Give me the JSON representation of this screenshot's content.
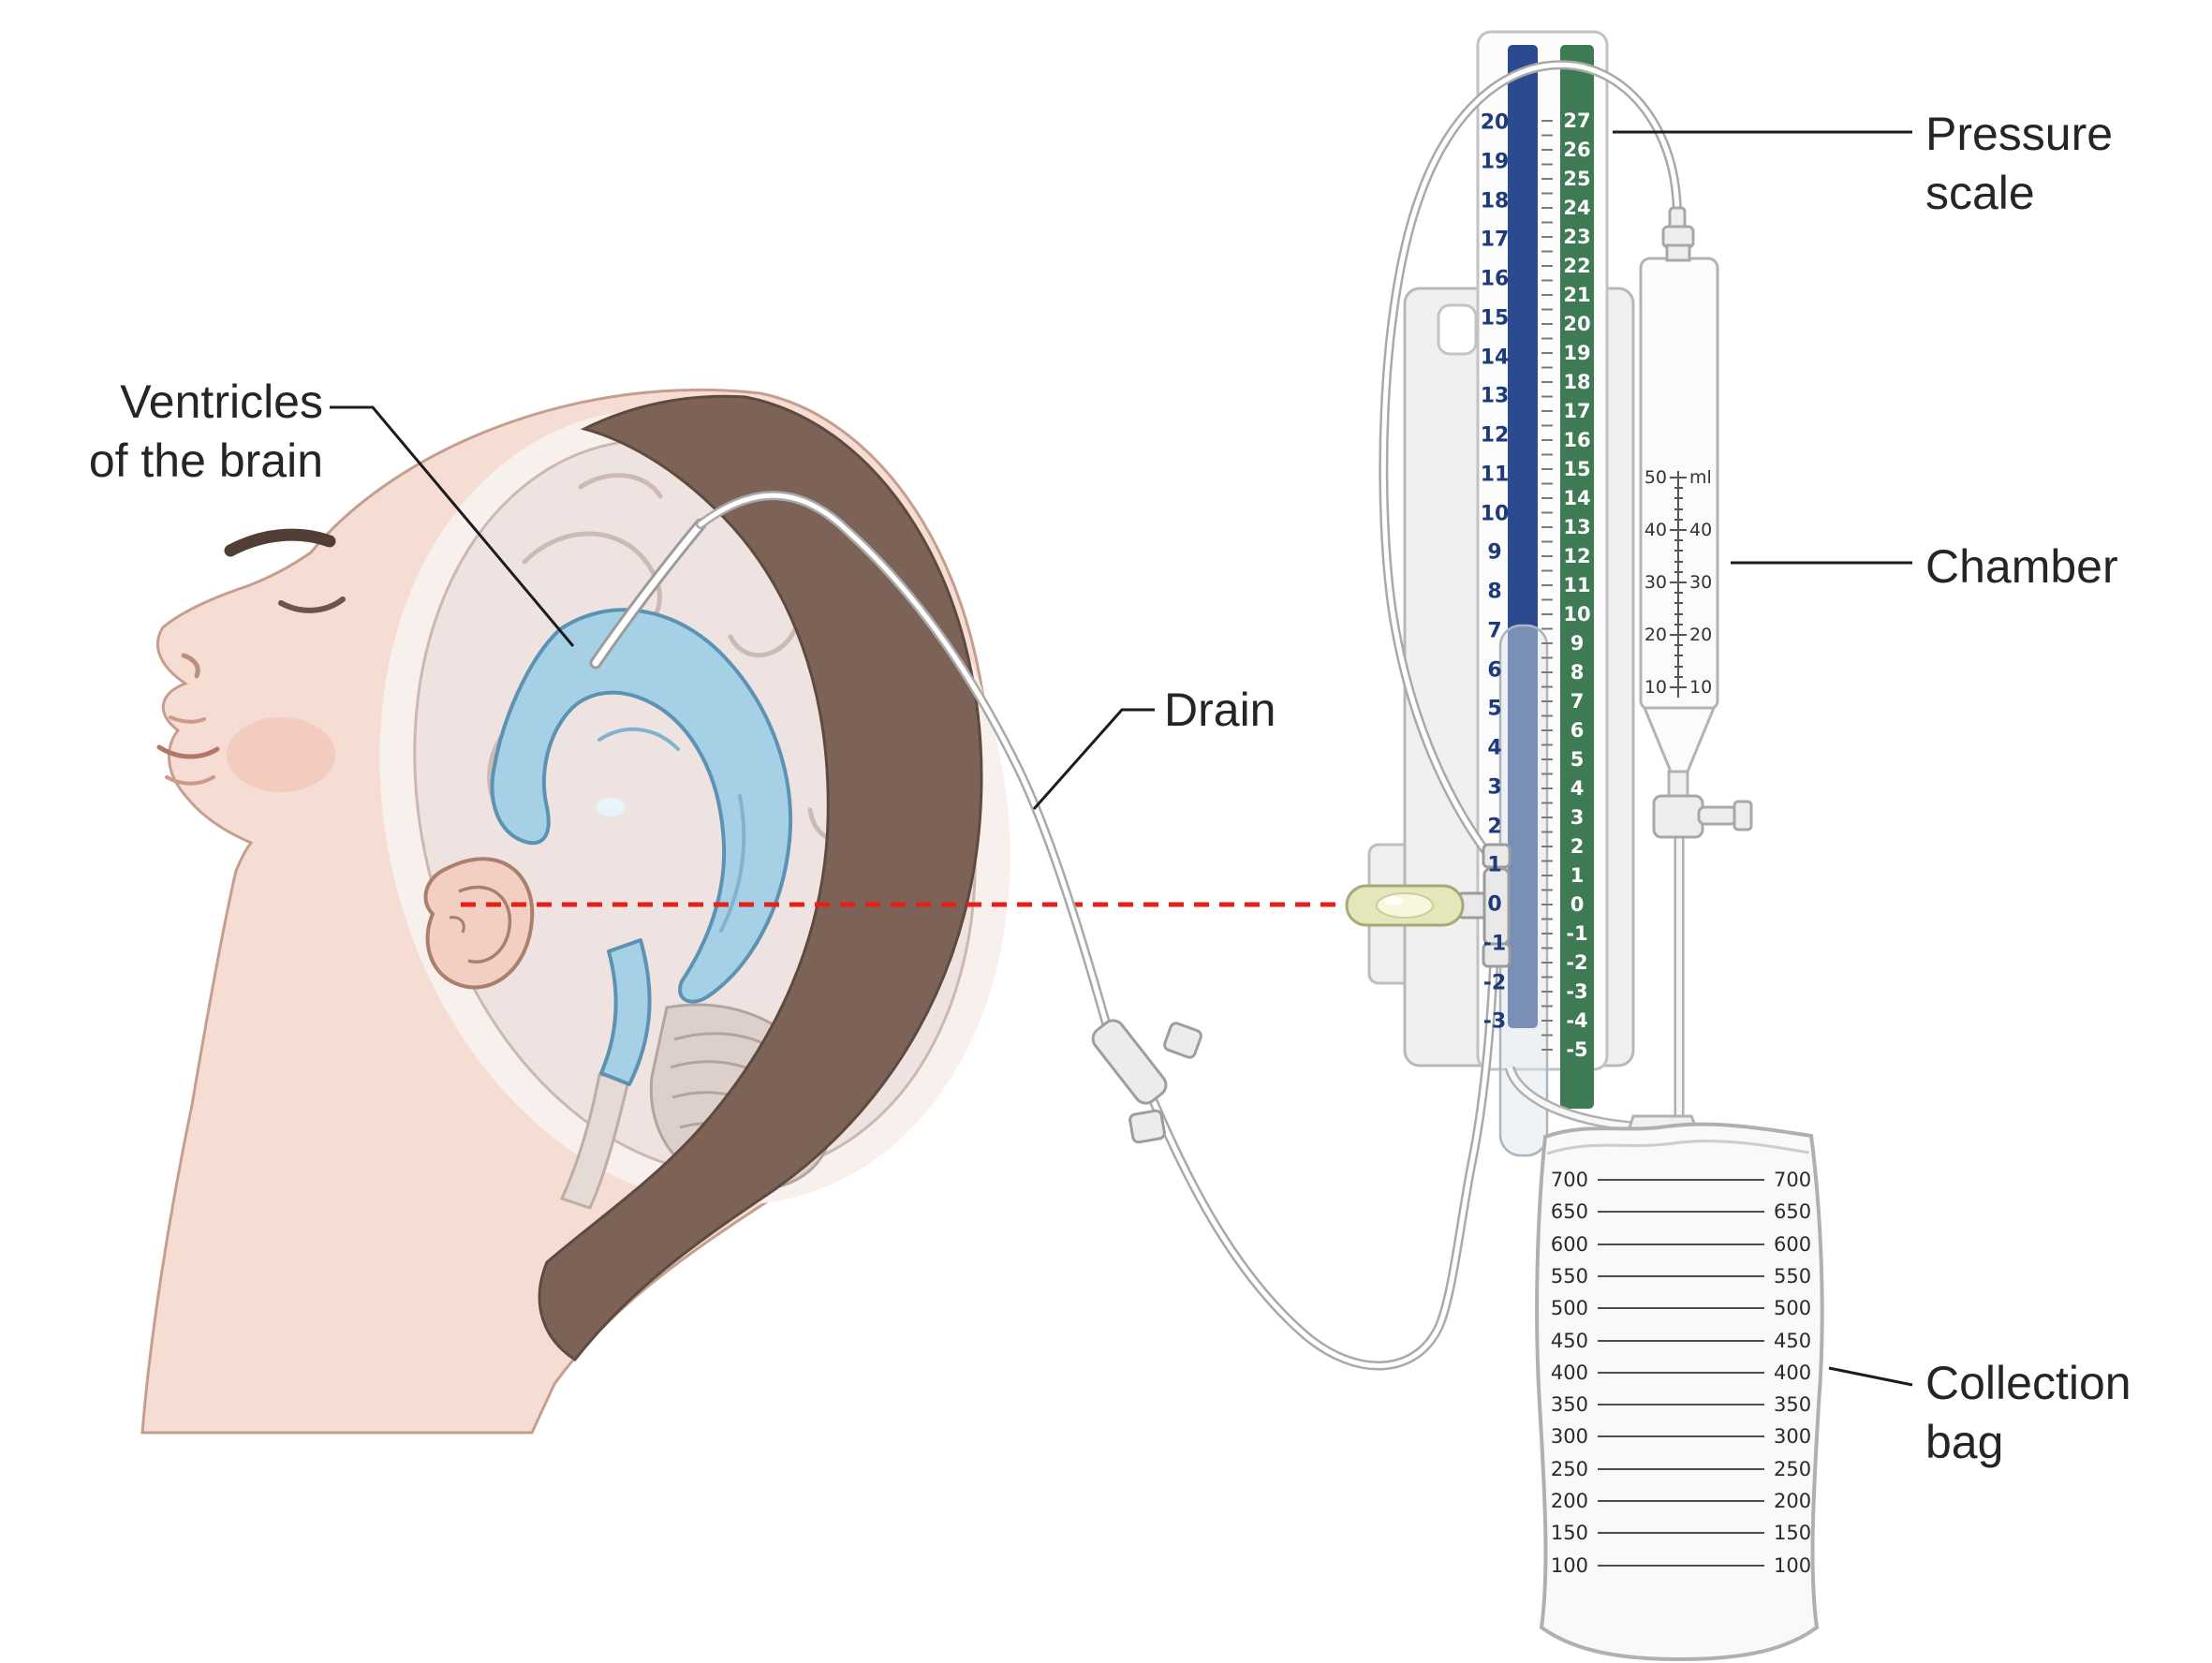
{
  "labels": {
    "ventricles_line1": "Ventricles",
    "ventricles_line2": "of the brain",
    "drain": "Drain",
    "pressure_line1": "Pressure",
    "pressure_line2": "scale",
    "chamber": "Chamber",
    "collection_line1": "Collection",
    "collection_line2": "bag"
  },
  "pressure_scale": {
    "blue_column_values": [
      20,
      19,
      18,
      17,
      16,
      15,
      14,
      13,
      12,
      11,
      10,
      9,
      8,
      7,
      6,
      5,
      4,
      3,
      2,
      1,
      0,
      -1,
      -2,
      -3
    ],
    "green_column_values": [
      27,
      26,
      25,
      24,
      23,
      22,
      21,
      20,
      19,
      18,
      17,
      16,
      15,
      14,
      13,
      12,
      11,
      10,
      9,
      8,
      7,
      6,
      5,
      4,
      3,
      2,
      1,
      0,
      -1,
      -2,
      -3,
      -4,
      -5
    ],
    "blue_color": "#2b4a8f",
    "green_color": "#3e7a54"
  },
  "chamber_scale": {
    "unit_label": "ml",
    "values": [
      50,
      40,
      30,
      20,
      10
    ]
  },
  "collection_bag_scale": {
    "values": [
      700,
      650,
      600,
      550,
      500,
      450,
      400,
      350,
      300,
      250,
      200,
      150,
      100
    ]
  },
  "reference_line": {
    "color": "#e32119"
  }
}
